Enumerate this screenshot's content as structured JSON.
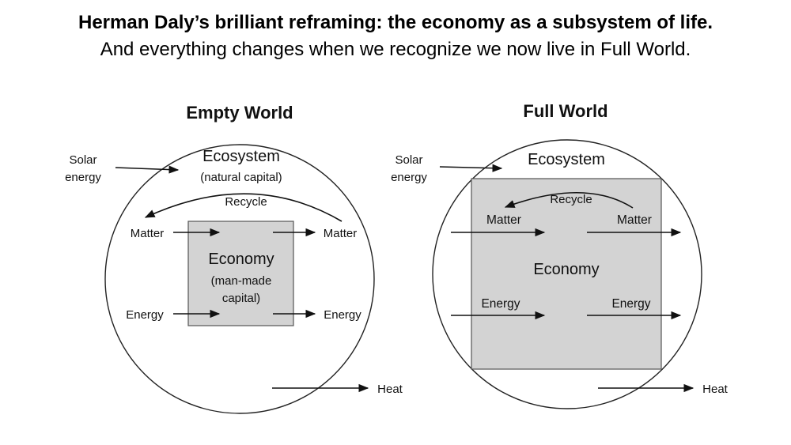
{
  "header": {
    "title": "Herman Daly’s brilliant reframing: the economy as a subsystem of life.",
    "subtitle": "And everything changes when we recognize we now live in Full World."
  },
  "empty_world": {
    "title": "Empty World",
    "ecosystem": "Ecosystem",
    "ecosystem_sub": "(natural capital)",
    "recycle": "Recycle",
    "solar_line1": "Solar",
    "solar_line2": "energy",
    "matter_in": "Matter",
    "matter_out": "Matter",
    "energy_in": "Energy",
    "energy_out": "Energy",
    "economy": "Economy",
    "economy_sub1": "(man-made",
    "economy_sub2": "capital)",
    "heat": "Heat"
  },
  "full_world": {
    "title": "Full World",
    "ecosystem": "Ecosystem",
    "recycle": "Recycle",
    "solar_line1": "Solar",
    "solar_line2": "energy",
    "matter_in": "Matter",
    "matter_out": "Matter",
    "energy_in": "Energy",
    "energy_out": "Energy",
    "economy": "Economy",
    "heat": "Heat"
  },
  "colors": {
    "economy_fill": "#d3d3d3",
    "line": "#222222"
  }
}
